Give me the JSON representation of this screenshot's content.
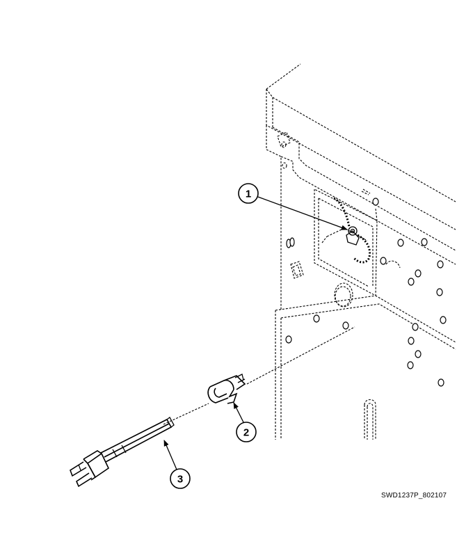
{
  "diagram": {
    "callouts": [
      {
        "number": "1",
        "part": "ground-wire-screw"
      },
      {
        "number": "2",
        "part": "strain-relief-bushing"
      },
      {
        "number": "3",
        "part": "power-cord"
      }
    ],
    "part_code": "SWD1237P_802107",
    "line_color": "#000000",
    "background": "#ffffff"
  }
}
